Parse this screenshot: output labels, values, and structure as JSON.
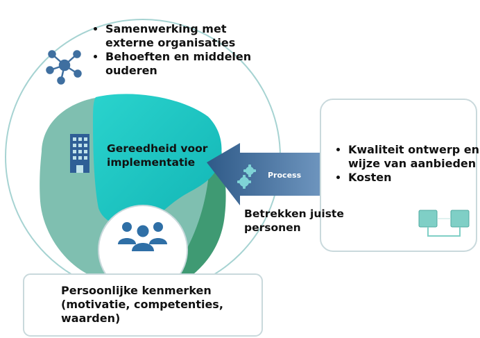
{
  "outer_context": {
    "bullets": [
      "Samenwerking met externe organisaties",
      "Behoeften en middelen ouderen"
    ],
    "icon": "network-icon"
  },
  "organisation": {
    "label": "Gereedheid voor implementatie",
    "icon": "building-icon"
  },
  "process": {
    "arrow_label": "Process",
    "arrow_icon": "gears-icon",
    "involve_label": "Betrekken juiste personen"
  },
  "intervention": {
    "bullets": [
      "Kwaliteit ontwerp en wijze van aanbieden",
      "Kosten"
    ],
    "icon": "workflow-icon"
  },
  "individuals": {
    "label": "Persoonlijke kenmerken (motivatie, competenties, waarden)",
    "icon": "people-group-icon"
  },
  "colors": {
    "teal_bright": "#1ec9c4",
    "teal_muted": "#7fbfb0",
    "green": "#3f9a73",
    "arrow_blue": "#3d6592",
    "icon_blue": "#2f6fa6",
    "box_border": "#c9d9dc",
    "circle_border": "#9fcfcf"
  }
}
